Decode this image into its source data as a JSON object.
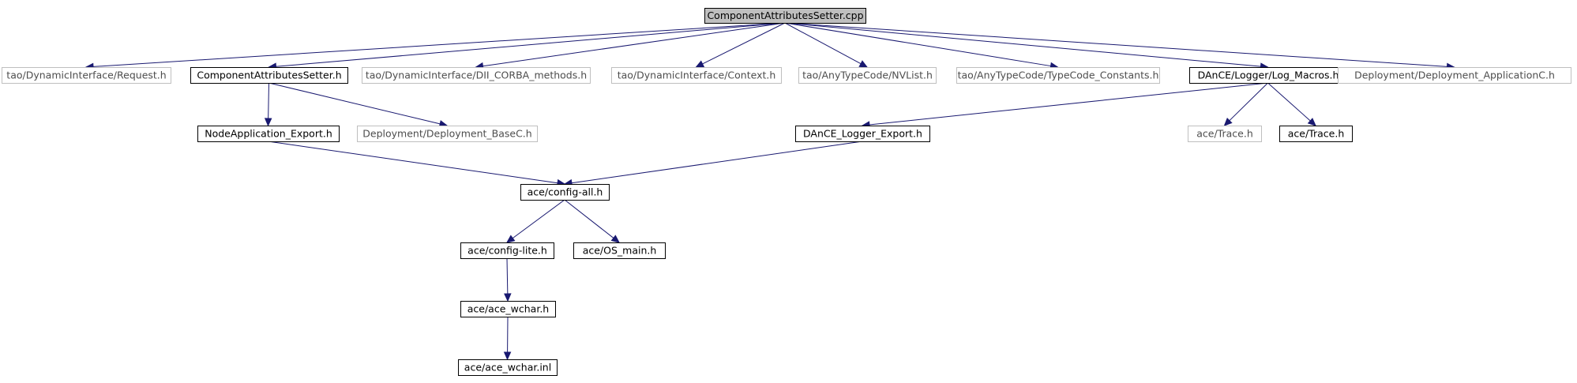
{
  "diagram": {
    "type": "include-dependency-graph",
    "root": "ComponentAttributesSetter.cpp",
    "colors": {
      "edge": "#191970",
      "root_fill": "#bfbfbf",
      "node_fill": "#ffffff",
      "node_border": "#000000",
      "external_border": "#bfbfbf"
    },
    "nodes": [
      {
        "id": "root",
        "label": "ComponentAttributesSetter.cpp",
        "kind": "root"
      },
      {
        "id": "request",
        "label": "tao/DynamicInterface/Request.h",
        "kind": "external"
      },
      {
        "id": "cas_h",
        "label": "ComponentAttributesSetter.h",
        "kind": "internal"
      },
      {
        "id": "dii",
        "label": "tao/DynamicInterface/DII_CORBA_methods.h",
        "kind": "external"
      },
      {
        "id": "context",
        "label": "tao/DynamicInterface/Context.h",
        "kind": "external"
      },
      {
        "id": "nvlist",
        "label": "tao/AnyTypeCode/NVList.h",
        "kind": "external"
      },
      {
        "id": "tcconst",
        "label": "tao/AnyTypeCode/TypeCode_Constants.h",
        "kind": "external"
      },
      {
        "id": "logmacros",
        "label": "DAnCE/Logger/Log_Macros.h",
        "kind": "internal"
      },
      {
        "id": "appc",
        "label": "Deployment/Deployment_ApplicationC.h",
        "kind": "external"
      },
      {
        "id": "nodeapp",
        "label": "NodeApplication_Export.h",
        "kind": "internal"
      },
      {
        "id": "basec",
        "label": "Deployment/Deployment_BaseC.h",
        "kind": "external"
      },
      {
        "id": "loggerexp",
        "label": "DAnCE_Logger_Export.h",
        "kind": "internal"
      },
      {
        "id": "trace_ext",
        "label": "ace/Trace.h",
        "kind": "external"
      },
      {
        "id": "trace_int",
        "label": "ace/Trace.h",
        "kind": "internal"
      },
      {
        "id": "configall",
        "label": "ace/config-all.h",
        "kind": "internal"
      },
      {
        "id": "configlite",
        "label": "ace/config-lite.h",
        "kind": "internal"
      },
      {
        "id": "osmain",
        "label": "ace/OS_main.h",
        "kind": "internal"
      },
      {
        "id": "wchar_h",
        "label": "ace/ace_wchar.h",
        "kind": "internal"
      },
      {
        "id": "wchar_inl",
        "label": "ace/ace_wchar.inl",
        "kind": "internal"
      }
    ],
    "edges": [
      [
        "root",
        "request"
      ],
      [
        "root",
        "cas_h"
      ],
      [
        "root",
        "dii"
      ],
      [
        "root",
        "context"
      ],
      [
        "root",
        "nvlist"
      ],
      [
        "root",
        "tcconst"
      ],
      [
        "root",
        "logmacros"
      ],
      [
        "root",
        "appc"
      ],
      [
        "cas_h",
        "nodeapp"
      ],
      [
        "cas_h",
        "basec"
      ],
      [
        "logmacros",
        "loggerexp"
      ],
      [
        "logmacros",
        "trace_ext"
      ],
      [
        "logmacros",
        "trace_int"
      ],
      [
        "nodeapp",
        "configall"
      ],
      [
        "loggerexp",
        "configall"
      ],
      [
        "configall",
        "configlite"
      ],
      [
        "configall",
        "osmain"
      ],
      [
        "configlite",
        "wchar_h"
      ],
      [
        "wchar_h",
        "wchar_inl"
      ]
    ]
  }
}
